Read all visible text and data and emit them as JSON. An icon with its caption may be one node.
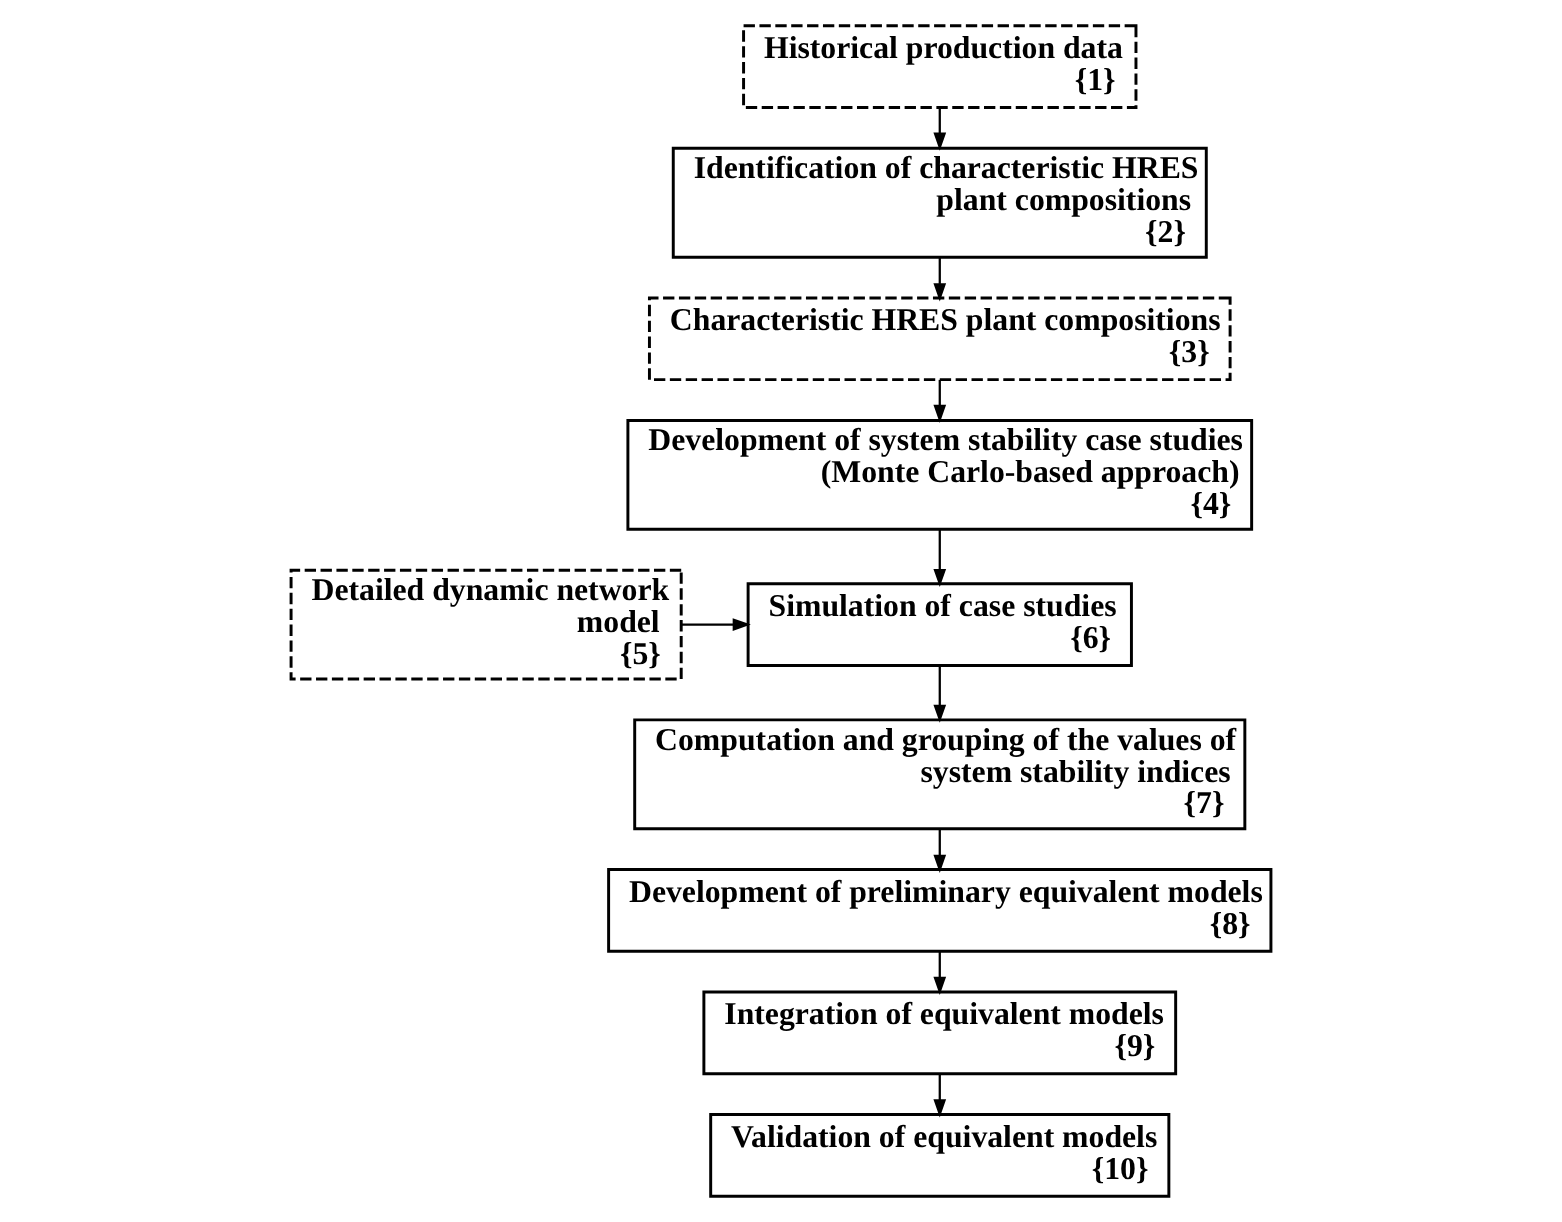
{
  "diagram": {
    "nodes": [
      {
        "text": [
          "Historical production data",
          "{1}"
        ]
      },
      {
        "text": [
          "Identification of characteristic HRES plant compositions",
          "{2}"
        ]
      },
      {
        "text": [
          "Characteristic HRES plant compositions",
          "{3}"
        ]
      },
      {
        "text": [
          "Development of system stability case studies (Monte Carlo-based approach)",
          "{4}"
        ]
      },
      {
        "text": [
          "Detailed dynamic network model",
          "{5}"
        ]
      },
      {
        "text": [
          "Simulation of case studies",
          "{6}"
        ]
      },
      {
        "text": [
          "Computation and grouping of the values of system stability indices",
          "{7}"
        ]
      },
      {
        "text": [
          "Development of preliminary equivalent models",
          "{8}"
        ]
      },
      {
        "text": [
          "Integration of equivalent models",
          "{9}"
        ]
      },
      {
        "text": [
          "Validation of equivalent models",
          "{10}"
        ]
      }
    ],
    "edges": [
      {
        "from": 0,
        "to": 1,
        "arrow": "to"
      },
      {
        "from": 1,
        "to": 2,
        "arrow": "to"
      },
      {
        "from": 2,
        "to": 3,
        "arrow": "to"
      },
      {
        "from": 3,
        "to": 5,
        "arrow": "to"
      },
      {
        "from": 4,
        "to": 5,
        "arrow": "to"
      },
      {
        "from": 5,
        "to": 6,
        "arrow": "to"
      },
      {
        "from": 6,
        "to": 7,
        "arrow": "to"
      },
      {
        "from": 7,
        "to": 8,
        "arrow": "to"
      },
      {
        "from": 8,
        "to": 9,
        "arrow": "to"
      }
    ]
  }
}
